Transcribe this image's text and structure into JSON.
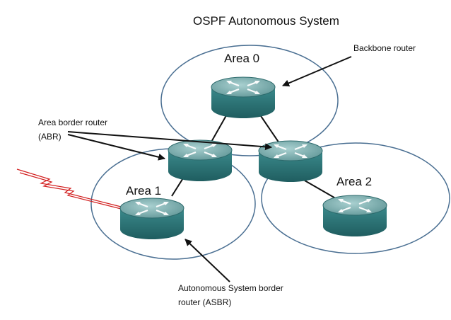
{
  "title": "OSPF Autonomous System",
  "areas": {
    "area0": "Area 0",
    "area1": "Area 1",
    "area2": "Area 2"
  },
  "labels": {
    "backbone_router": "Backbone router",
    "abr_line1": "Area border router",
    "abr_line2": "(ABR)",
    "asbr_line1": "Autonomous System border",
    "asbr_line2": "router (ASBR)"
  },
  "colors": {
    "area_outline": "#4a6f92",
    "router_body": "#2f7d7f",
    "router_top": "#77a9aa",
    "link": "#111111",
    "external_link": "#d21f1f"
  }
}
